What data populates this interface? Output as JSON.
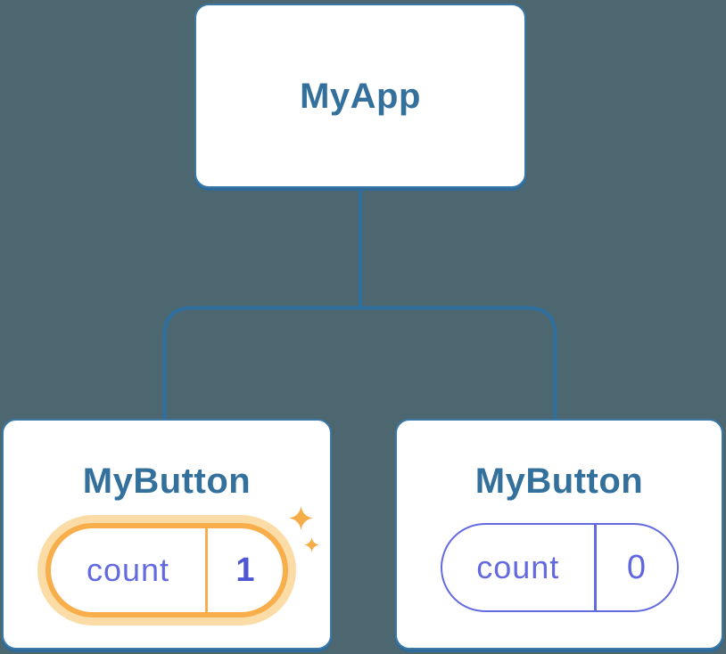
{
  "tree": {
    "root": {
      "label": "MyApp"
    },
    "children": [
      {
        "label": "MyButton",
        "state": {
          "key": "count",
          "value": "1"
        },
        "highlighted": true
      },
      {
        "label": "MyButton",
        "state": {
          "key": "count",
          "value": "0"
        },
        "highlighted": false
      }
    ]
  },
  "icons": {
    "sparkle_large": "sparkle-icon",
    "sparkle_small": "sparkle-icon"
  },
  "colors": {
    "background": "#4d6770",
    "card_fill": "#ffffff",
    "card_border_blue": "#3b78a6",
    "card_shadow_blue": "#2e6b9a",
    "node_label_blue": "#33719c",
    "connector_blue": "#2f6f9f",
    "state_indigo": "#636ae0",
    "state_value_bold_indigo": "#5057d5",
    "highlight_orange": "#f7ae4b",
    "highlight_halo_orange": "#fcdca6"
  }
}
